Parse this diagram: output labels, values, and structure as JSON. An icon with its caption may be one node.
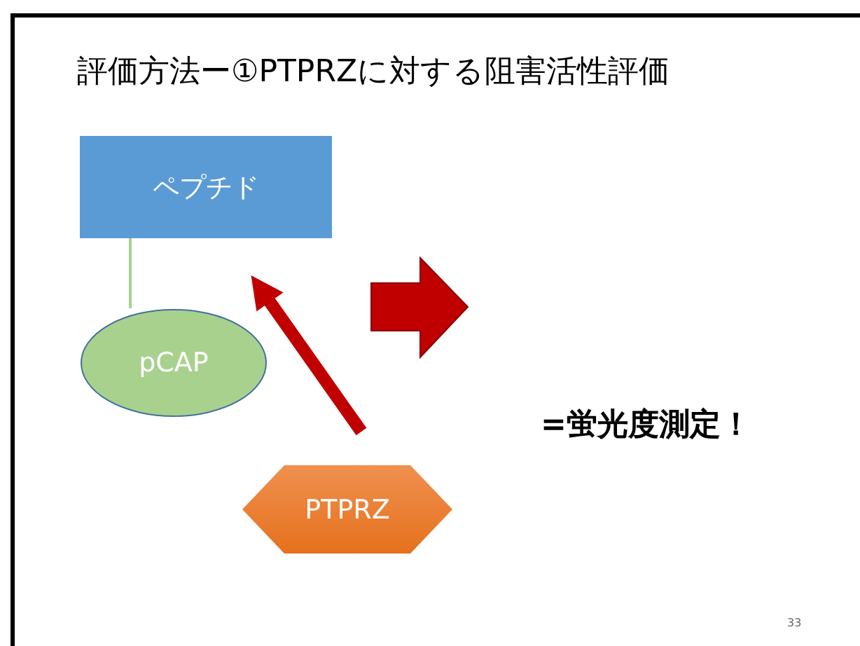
{
  "diagram": {
    "title": "評価方法ー①PTPRZに対する阻害活性評価",
    "nodes": [
      {
        "text": [
          "ペプチド"
        ]
      },
      {
        "text": [
          "pCAP"
        ]
      },
      {
        "text": [
          "PTPRZ"
        ]
      }
    ],
    "edges": [
      {
        "from": 0,
        "to": 1,
        "arrow": "none",
        "color": "#a9d18e"
      },
      {
        "from": 2,
        "to": 1,
        "arrow": "to",
        "style": "thick",
        "color": "#c00000"
      }
    ],
    "labels": [
      "=蛍光度測定！",
      "33"
    ]
  }
}
